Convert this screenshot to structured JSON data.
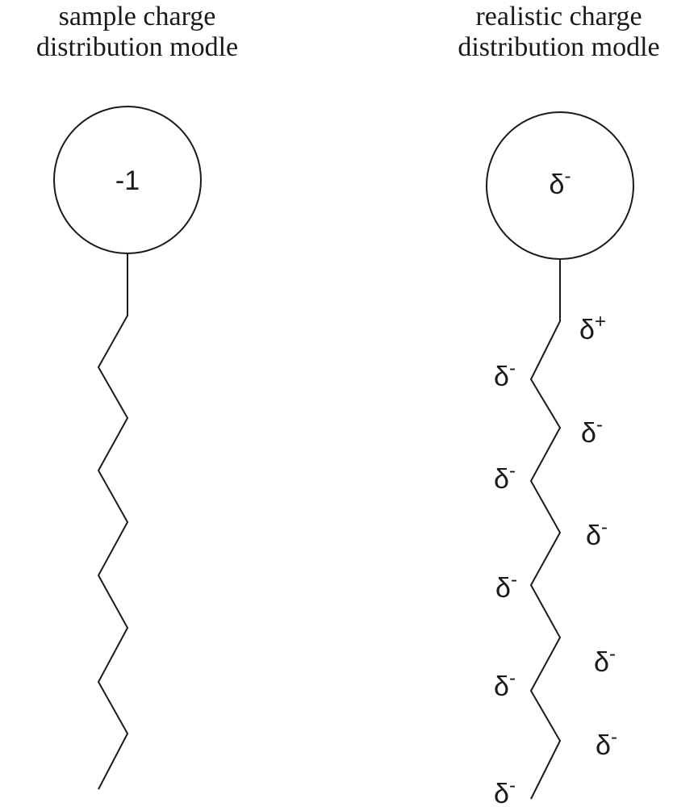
{
  "left_model": {
    "title_line1": "sample charge",
    "title_line2": "distribution modle",
    "head_charge": "-1"
  },
  "right_model": {
    "title_line1": "realistic charge",
    "title_line2": "distribution modle",
    "head_charge": "δ",
    "head_charge_sign": "-",
    "symbol": "δ",
    "chain_labels": [
      {
        "sign": "+"
      },
      {
        "sign": "-"
      },
      {
        "sign": "-"
      },
      {
        "sign": "-"
      },
      {
        "sign": "-"
      },
      {
        "sign": "-"
      },
      {
        "sign": "-"
      },
      {
        "sign": "-"
      },
      {
        "sign": "-"
      },
      {
        "sign": "-"
      },
      {
        "sign": "-"
      }
    ]
  },
  "colors": {
    "stroke": "#1a1a1a",
    "background": "#ffffff"
  }
}
